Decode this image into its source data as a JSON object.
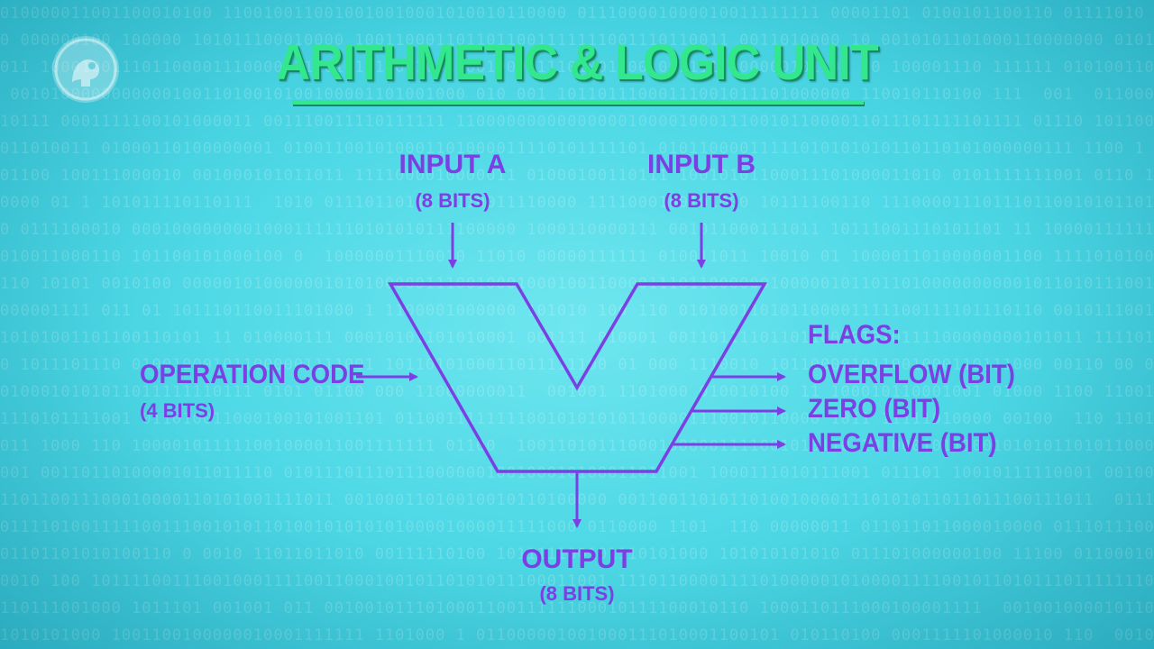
{
  "title": "ARITHMETIC & LOGIC UNIT",
  "inputs": {
    "a": {
      "label": "INPUT A",
      "size": "(8 BITS)"
    },
    "b": {
      "label": "INPUT B",
      "size": "(8 BITS)"
    }
  },
  "operation": {
    "label": "OPERATION CODE",
    "size": "(4 BITS)"
  },
  "flags": {
    "heading": "FLAGS:",
    "items": [
      "OVERFLOW (BIT)",
      "ZERO (BIT)",
      "NEGATIVE (BIT)"
    ]
  },
  "output": {
    "label": "OUTPUT",
    "size": "(8 BITS)"
  },
  "colors": {
    "background": "#50d9e6",
    "title": "#33e78f",
    "diagram": "#7b3fe4"
  },
  "icons": {
    "logo": "pbs-logo-icon"
  }
}
